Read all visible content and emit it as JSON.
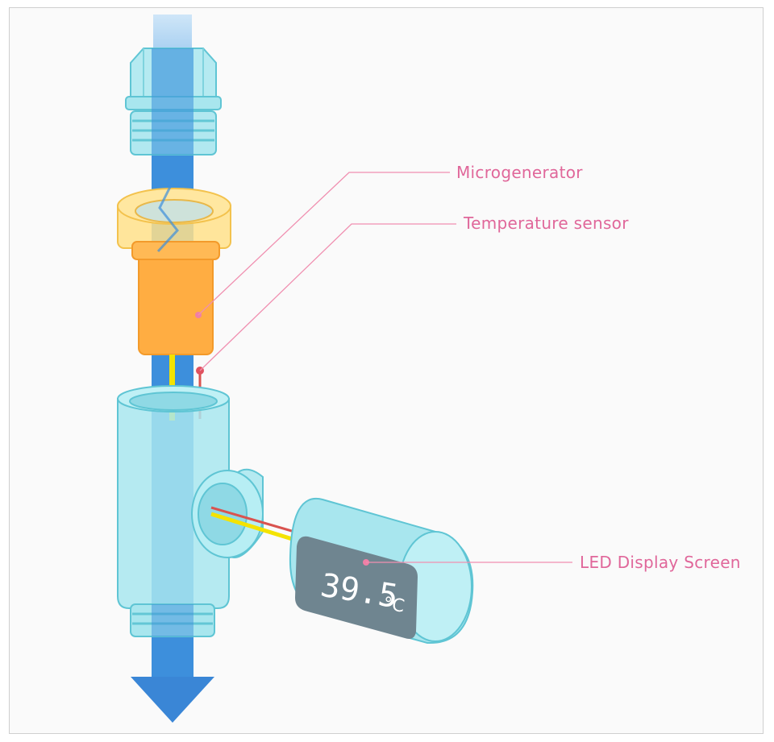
{
  "labels": {
    "microgenerator": "Microgenerator",
    "temperature_sensor": "Temperature sensor",
    "led_display": "LED Display Screen"
  },
  "display": {
    "reading": "39.5",
    "unit": "°C"
  },
  "colors": {
    "label_pink": "#e0679a",
    "water_blue": "#3d8fdc",
    "shell_cyan": "#a8e6ee",
    "generator_orange": "#ffad42",
    "wire_yellow": "#f4e300",
    "wire_red": "#d9534f",
    "screen_gray": "#6f8590"
  },
  "icons": {
    "flow_arrow": "arrow-down-icon"
  }
}
